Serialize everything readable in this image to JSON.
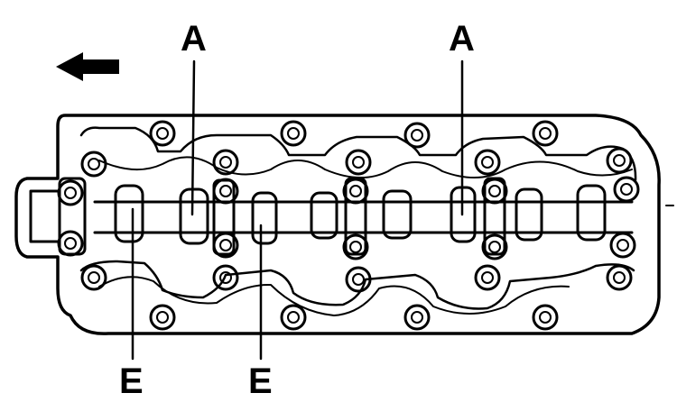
{
  "labels": {
    "a_left": "A",
    "a_right": "A",
    "e_left": "E",
    "e_right": "E"
  },
  "icons": {
    "direction": "arrow-left-icon",
    "bolt": "bolt-icon"
  },
  "colors": {
    "ink": "#000000",
    "paper": "#ffffff"
  }
}
